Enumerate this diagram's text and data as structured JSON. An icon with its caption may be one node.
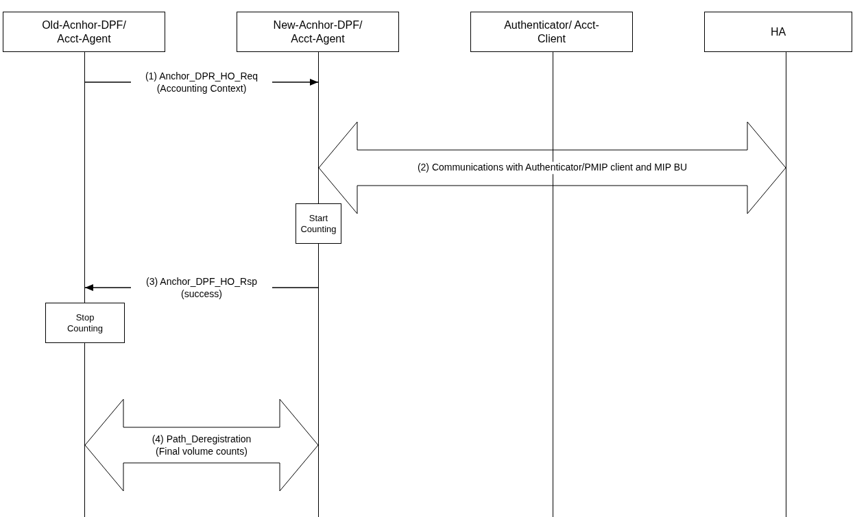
{
  "diagram": {
    "nodes": [
      {
        "text": [
          "Old-Acnhor-DPF/ Acct-Agent"
        ]
      },
      {
        "text": [
          "New-Acnhor-DPF/ Acct-Agent"
        ]
      },
      {
        "text": [
          "Authenticator/ Acct-Client"
        ]
      },
      {
        "text": [
          "HA"
        ]
      },
      {
        "text": [],
        "shape": "bar"
      },
      {
        "text": [],
        "shape": "bar"
      },
      {
        "text": [],
        "shape": "bar"
      },
      {
        "text": [],
        "shape": "bar"
      },
      {
        "text": [],
        "shape": "bar"
      },
      {
        "text": [],
        "shape": "bar"
      },
      {
        "text": [
          "Start Counting"
        ]
      },
      {
        "text": [
          "Stop Counting"
        ]
      }
    ],
    "edges": [
      {
        "from": 4,
        "to": 6,
        "arrow": "to",
        "label": "(1) Anchor_DPR_HO_Req (Accounting Context)"
      },
      {
        "from": 6,
        "to": 9,
        "arrow": "both",
        "style": "thick",
        "label": "(2) Communications with Authenticator/PMIP client and MIP BU"
      },
      {
        "from": 7,
        "to": 4,
        "arrow": "to",
        "label": "(3) Anchor_DPF_HO_Rsp (success)"
      },
      {
        "from": 5,
        "to": 7,
        "arrow": "both",
        "style": "thick",
        "label": "(4) Path_Deregistration (Final volume counts)"
      }
    ]
  }
}
